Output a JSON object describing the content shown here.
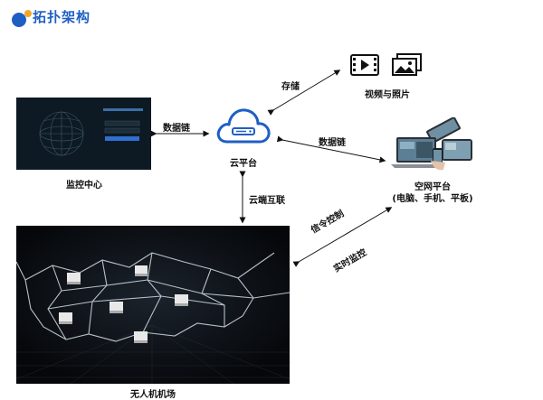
{
  "brand": {
    "name": "拓扑架构",
    "logo_colors": [
      "#1f5fc4",
      "#f5a623"
    ]
  },
  "nodes": {
    "cloud_platform": "云平台",
    "monitoring_center": "监控中心",
    "video_photos": "视频与照片",
    "airspace_platform_title": "空网平台",
    "airspace_platform_sub": "(电脑、手机、平板)",
    "drone_airport": "无人机机场"
  },
  "edges": {
    "storage": "存储",
    "data_link_left": "数据链",
    "data_link_right": "数据链",
    "cloud_interconnect": "云端互联",
    "signal_control": "信令控制",
    "realtime_monitor": "实时监控"
  },
  "icons": [
    "logo-icon",
    "cloud-icon",
    "video-icon",
    "photos-icon",
    "monitor-screenshot",
    "laptop-phone-tablet-image",
    "drone-airport-map"
  ]
}
